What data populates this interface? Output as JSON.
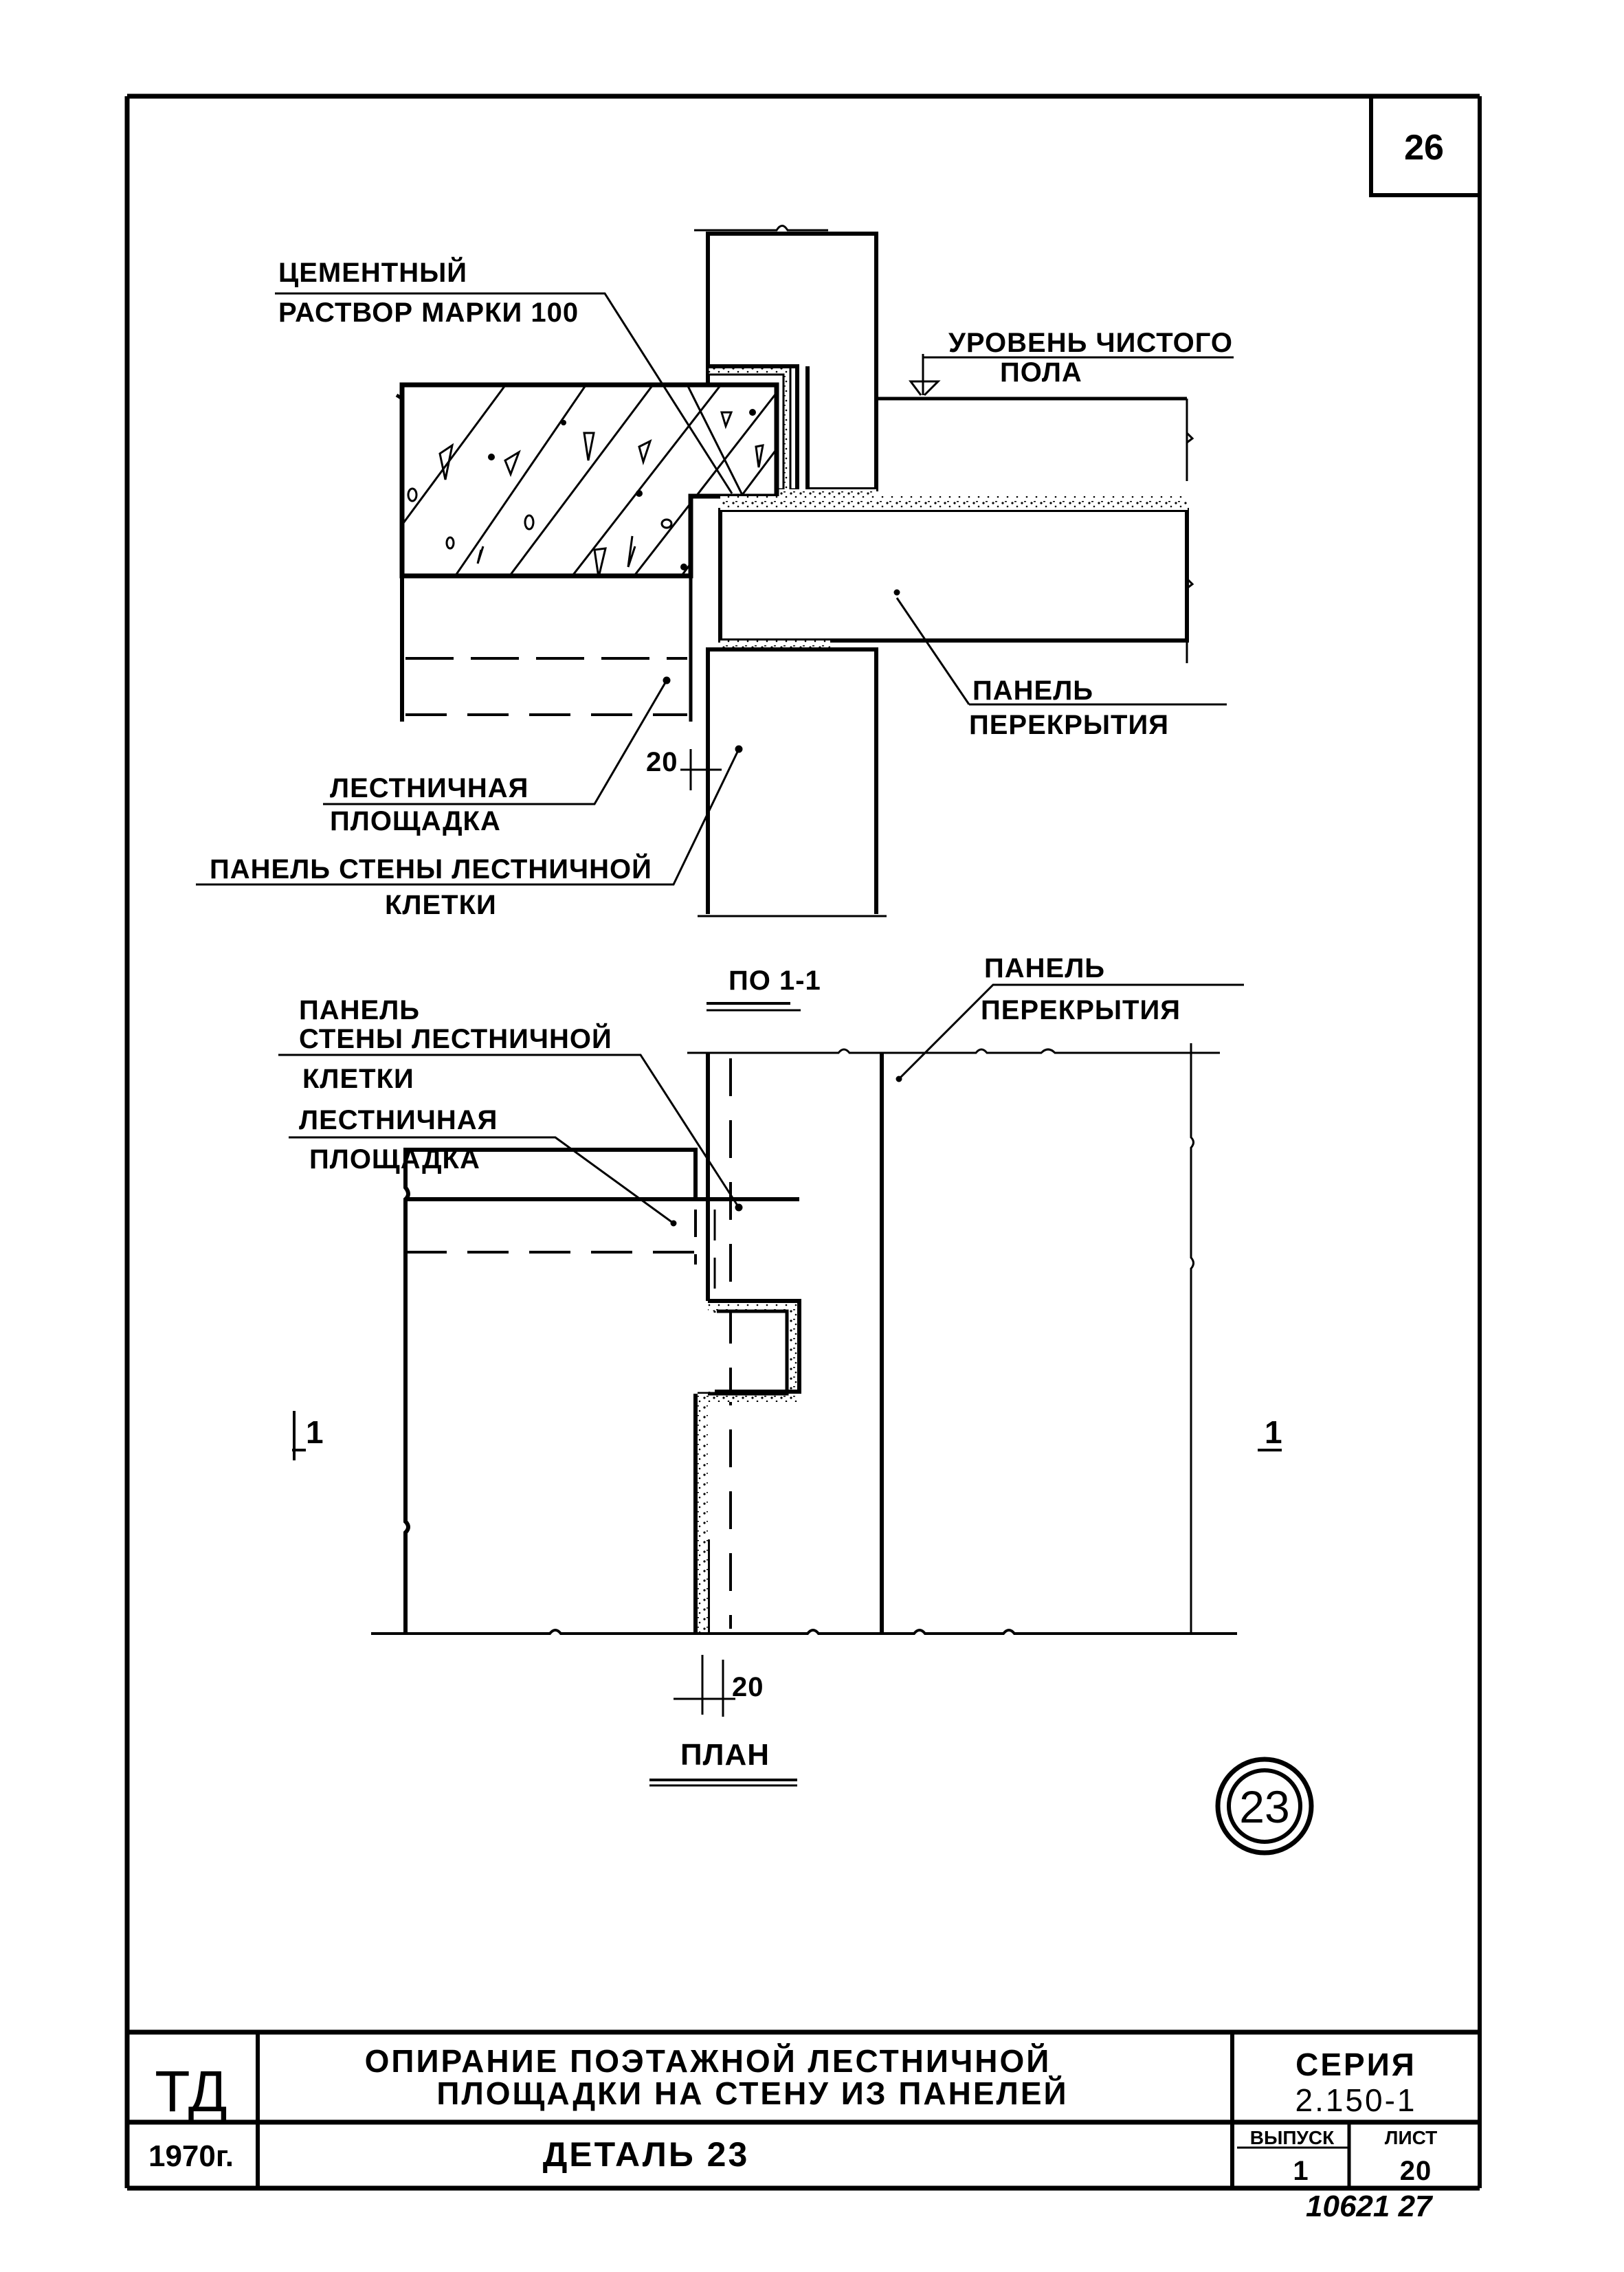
{
  "sheet": {
    "page_number": "26",
    "detail_marker": "23",
    "archive_number": "10621 27"
  },
  "section": {
    "labels": {
      "cement_mortar_line1": "ЦЕМЕНТНЫЙ",
      "cement_mortar_line2": "РАСТВОР МАРКИ 100",
      "floor_level_line1": "УРОВЕНЬ ЧИСТОГО",
      "floor_level_line2": "ПОЛА",
      "floor_panel_line1": "ПАНЕЛЬ",
      "floor_panel_line2": "ПЕРЕКРЫТИЯ",
      "landing_line1": "ЛЕСТНИЧНАЯ",
      "landing_line2": "ПЛОЩАДКА",
      "wall_panel_line1": "ПАНЕЛЬ СТЕНЫ ЛЕСТНИЧНОЙ",
      "wall_panel_line2": "КЛЕТКИ"
    },
    "dimension": "20",
    "caption": "ПО 1-1"
  },
  "plan": {
    "labels": {
      "wall_panel_line1": "ПАНЕЛЬ",
      "wall_panel_line2": "СТЕНЫ ЛЕСТНИЧНОЙ",
      "wall_panel_line3": "КЛЕТКИ",
      "landing_line1": "ЛЕСТНИЧНАЯ",
      "landing_line2": "ПЛОЩАДКА",
      "floor_panel_line1": "ПАНЕЛЬ",
      "floor_panel_line2": "ПЕРЕКРЫТИЯ"
    },
    "section_mark_left": "1",
    "section_mark_right": "1",
    "dimension": "20",
    "caption": "ПЛАН"
  },
  "title_block": {
    "org": "ТД",
    "year": "1970г.",
    "title_line1": "ОПИРАНИЕ  ПОЭТАЖНОЙ  ЛЕСТНИЧНОЙ",
    "title_line2": "ПЛОЩАДКИ  НА  СТЕНУ ИЗ ПАНЕЛЕЙ",
    "detail": "ДЕТАЛЬ 23",
    "series_label": "СЕРИЯ",
    "series_value": "2.150-1",
    "issue_label": "ВЫПУСК",
    "issue_value": "1",
    "sheet_label": "ЛИСТ",
    "sheet_value": "20"
  }
}
